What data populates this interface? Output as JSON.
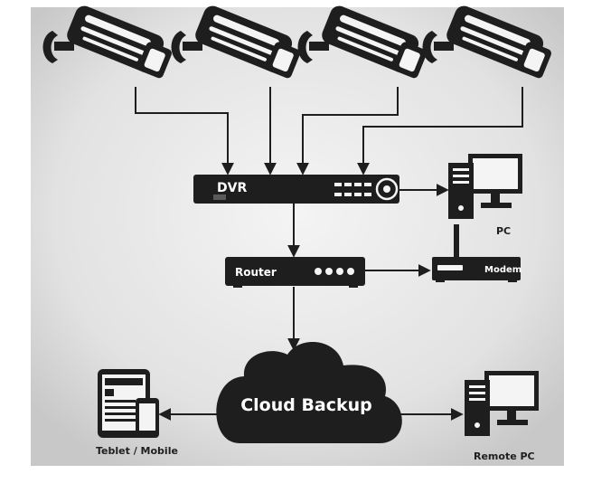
{
  "diagram": {
    "nodes": {
      "dvr": {
        "label": "DVR"
      },
      "pc": {
        "label": "PC"
      },
      "router": {
        "label": "Router"
      },
      "modem": {
        "label": "Modem"
      },
      "cloud": {
        "label": "Cloud Backup"
      },
      "tablet": {
        "label": "Teblet / Mobile"
      },
      "remote_pc": {
        "label": "Remote PC"
      }
    },
    "cameras": [
      {
        "id": "camera-1"
      },
      {
        "id": "camera-2"
      },
      {
        "id": "camera-3"
      },
      {
        "id": "camera-4"
      }
    ],
    "edges": [
      {
        "from": "camera-1",
        "to": "dvr"
      },
      {
        "from": "camera-2",
        "to": "dvr"
      },
      {
        "from": "camera-3",
        "to": "dvr"
      },
      {
        "from": "camera-4",
        "to": "dvr"
      },
      {
        "from": "dvr",
        "to": "pc"
      },
      {
        "from": "dvr",
        "to": "router"
      },
      {
        "from": "router",
        "to": "modem"
      },
      {
        "from": "router",
        "to": "cloud"
      },
      {
        "from": "cloud",
        "to": "tablet"
      },
      {
        "from": "cloud",
        "to": "remote_pc"
      }
    ]
  },
  "colors": {
    "background_center": "#f3f3f3",
    "background_edge": "#c9c9c9",
    "icon": "#1e1e1e",
    "line": "#1e1e1e"
  }
}
